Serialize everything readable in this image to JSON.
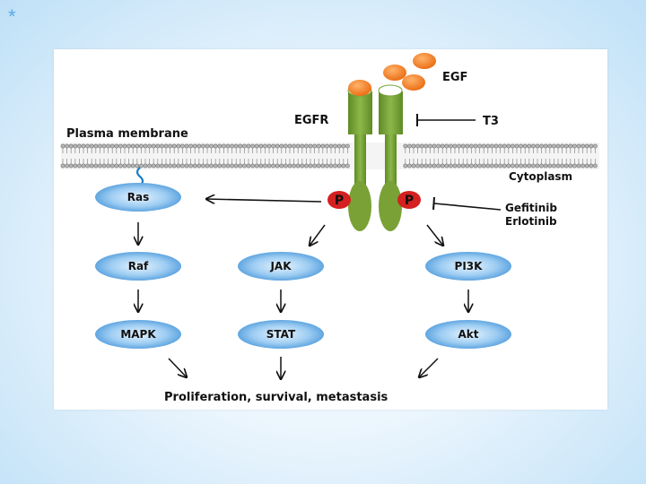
{
  "slide": {
    "corner_glyph": "*"
  },
  "labels": {
    "egf": "EGF",
    "egfr": "EGFR",
    "t3": "T3",
    "plasma_membrane": "Plasma membrane",
    "cytoplasm": "Cytoplasm",
    "inhibitor_1": "Gefitinib",
    "inhibitor_2": "Erlotinib",
    "phospho_left": "P",
    "phospho_right": "P",
    "outcome": "Proliferation, survival, metastasis"
  },
  "pathways": {
    "left": [
      "Ras",
      "Raf",
      "MAPK"
    ],
    "middle": [
      "JAK",
      "STAT"
    ],
    "right": [
      "PI3K",
      "Akt"
    ]
  },
  "colors": {
    "node_fill": "#3d8fd6",
    "receptor_green": "#7aa23a",
    "ligand_orange": "#f07a1a",
    "phospho_red": "#d42020",
    "membrane": "#8a8a8a"
  }
}
